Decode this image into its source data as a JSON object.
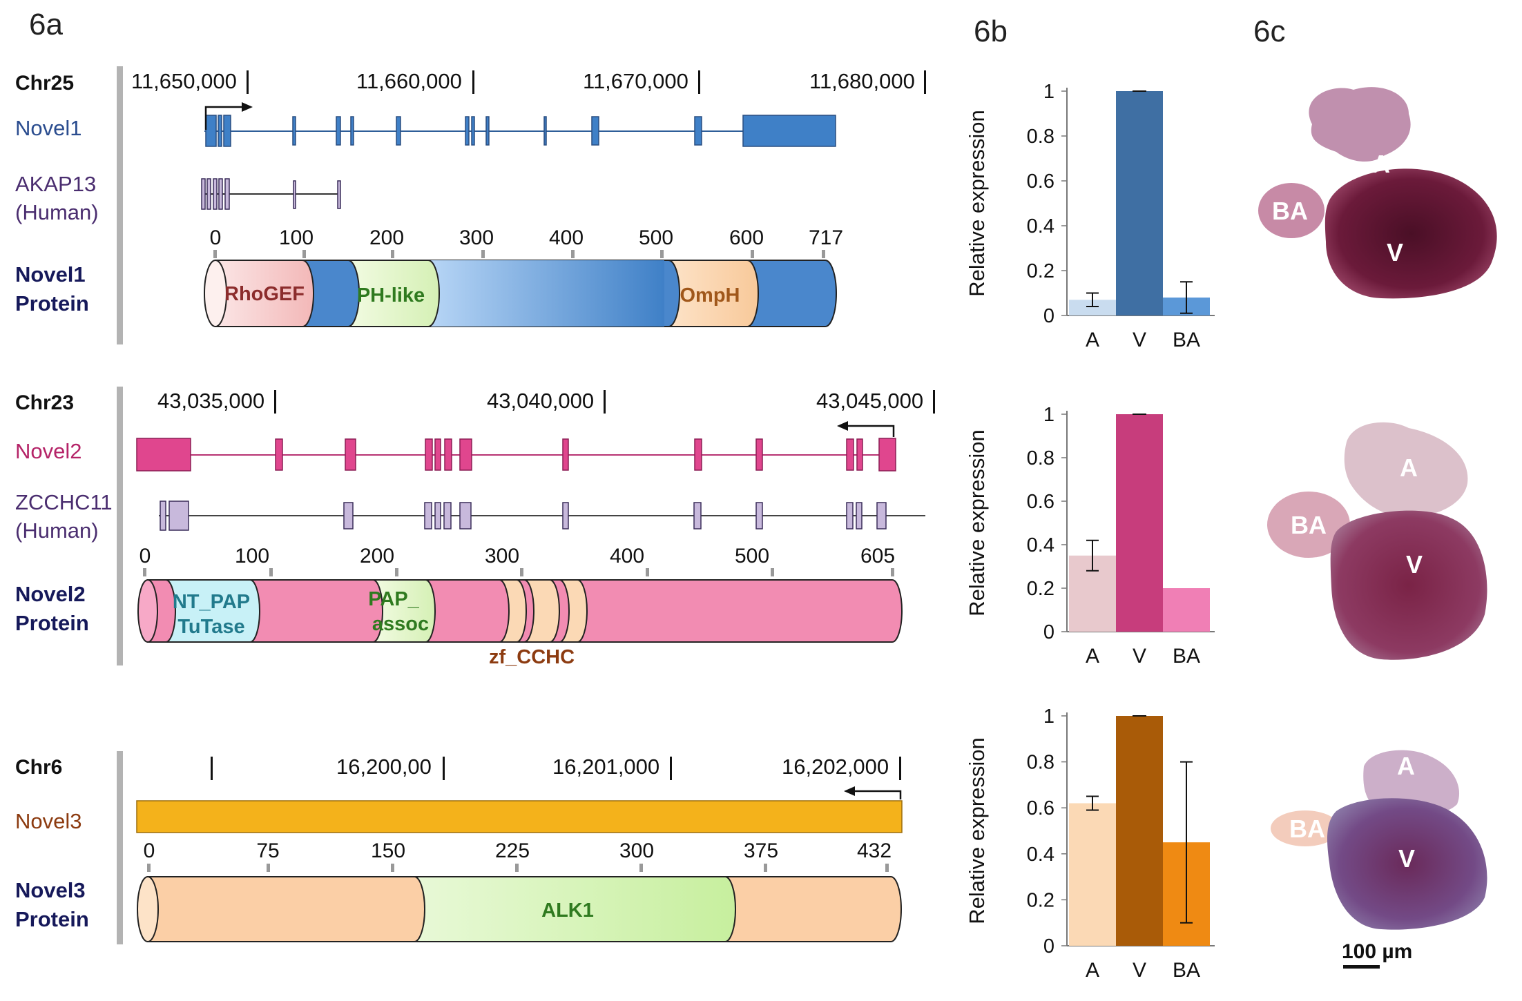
{
  "panel_labels": {
    "a": "6a",
    "b": "6b",
    "c": "6c"
  },
  "scale_bar": "100 µm",
  "genes": [
    {
      "chromosome": "Chr25",
      "coords": [
        "11,650,000",
        "11,660,000",
        "11,670,000",
        "11,680,000"
      ],
      "gene": "Novel1",
      "human_gene": "AKAP13",
      "human_suffix": "(Human)",
      "protein_line1": "Novel1",
      "protein_line2": "Protein",
      "aa_ticks": [
        "0",
        "100",
        "200",
        "300",
        "400",
        "500",
        "600",
        "717"
      ],
      "domains": [
        "RhoGEF",
        "PH-like",
        "OmpH"
      ],
      "color": "#3f7cbf"
    },
    {
      "chromosome": "Chr23",
      "coords": [
        "43,035,000",
        "43,040,000",
        "43,045,000"
      ],
      "gene": "Novel2",
      "human_gene": "ZCCHC11",
      "human_suffix": "(Human)",
      "protein_line1": "Novel2",
      "protein_line2": "Protein",
      "aa_ticks": [
        "0",
        "100",
        "200",
        "300",
        "400",
        "500",
        "605"
      ],
      "domains": [
        "NT_PAP",
        "TuTase",
        "PAP_",
        "assoc",
        "zf_CCHC"
      ],
      "color": "#e0468e"
    },
    {
      "chromosome": "Chr6",
      "coords": [
        "16,200,00",
        "16,201,000",
        "16,202,000"
      ],
      "gene": "Novel3",
      "protein_line1": "Novel3",
      "protein_line2": "Protein",
      "aa_ticks": [
        "0",
        "75",
        "150",
        "225",
        "300",
        "375",
        "432"
      ],
      "domains": [
        "ALK1"
      ],
      "color": "#f4b21b"
    }
  ],
  "chart_data": [
    {
      "type": "bar",
      "ylabel": "Relative expression",
      "categories": [
        "A",
        "V",
        "BA"
      ],
      "values": [
        0.07,
        1.0,
        0.08
      ],
      "errors": [
        0.03,
        0.0,
        0.07
      ],
      "yticks": [
        "0",
        "0.2",
        "0.4",
        "0.6",
        "0.8",
        "1"
      ],
      "ylim": [
        0,
        1
      ],
      "colors": [
        "#c9dcef",
        "#3f6fa3",
        "#5b98d8"
      ]
    },
    {
      "type": "bar",
      "ylabel": "Relative expression",
      "categories": [
        "A",
        "V",
        "BA"
      ],
      "values": [
        0.35,
        1.0,
        0.2
      ],
      "errors": [
        0.07,
        0.0,
        0.0
      ],
      "yticks": [
        "0",
        "0.2",
        "0.4",
        "0.6",
        "0.8",
        "1"
      ],
      "ylim": [
        0,
        1
      ],
      "colors": [
        "#e8c9cd",
        "#c73d7c",
        "#f07fb5"
      ]
    },
    {
      "type": "bar",
      "ylabel": "Relative expression",
      "categories": [
        "A",
        "V",
        "BA"
      ],
      "values": [
        0.62,
        1.0,
        0.45
      ],
      "errors": [
        0.03,
        0.0,
        0.35
      ],
      "yticks": [
        "0",
        "0.2",
        "0.4",
        "0.6",
        "0.8",
        "1"
      ],
      "ylim": [
        0,
        1
      ],
      "colors": [
        "#fbd9b5",
        "#a95b08",
        "#ef8a13"
      ]
    }
  ],
  "heart_labels": [
    "A",
    "BA",
    "V"
  ]
}
